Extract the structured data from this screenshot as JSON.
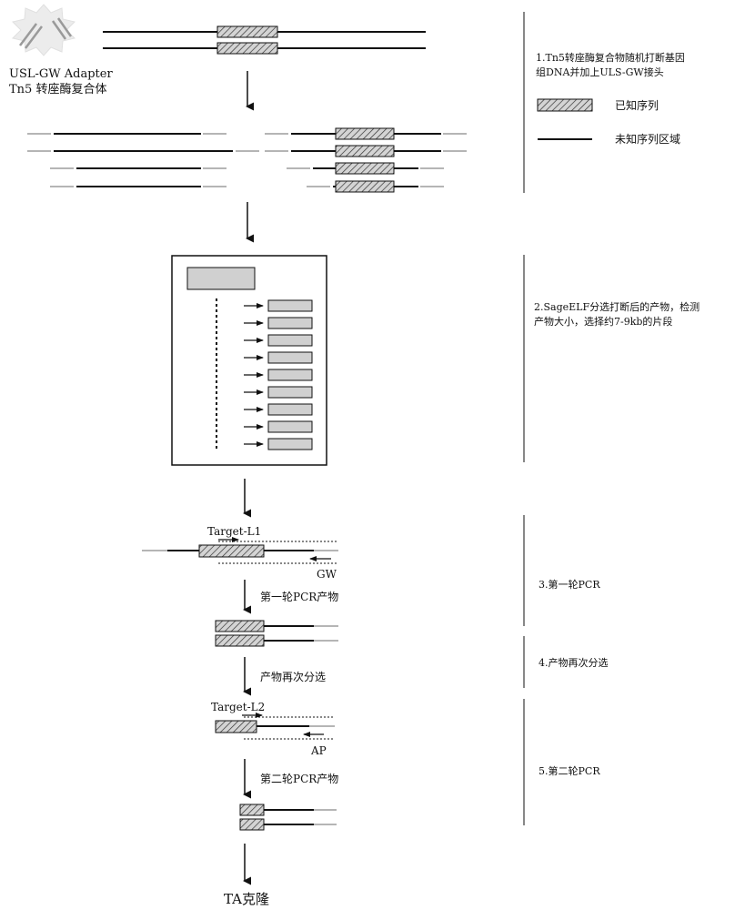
{
  "labels": {
    "adapter": "USL-GW  Adapter",
    "complex": "Tn5 转座酶复合体",
    "target_l1": "Target-L1",
    "gw": "GW",
    "pcr1_product": "第一轮PCR产物",
    "reselect": "产物再次分选",
    "target_l2": "Target-L2",
    "ap": "AP",
    "pcr2_product": "第二轮PCR产物",
    "ta_clone": "TA克隆"
  },
  "legend": {
    "known": "已知序列",
    "unknown": "未知序列区域"
  },
  "steps": [
    {
      "line1": "1.Tn5转座酶复合物随机打断基因",
      "line2": "组DNA并加上ULS-GW接头"
    },
    {
      "line1": "2.SageELF分选打断后的产物，检测",
      "line2": "产物大小，选择约7-9kb的片段"
    },
    {
      "line1": "3.第一轮PCR",
      "line2": ""
    },
    {
      "line1": "4.产物再次分选",
      "line2": ""
    },
    {
      "line1": "5.第二轮PCR",
      "line2": ""
    }
  ],
  "colors": {
    "line": "#111111",
    "adapter_gray": "#b5b5b5",
    "hatch_fill": "#bdbdbd",
    "box_fill": "#d0d0d0"
  }
}
